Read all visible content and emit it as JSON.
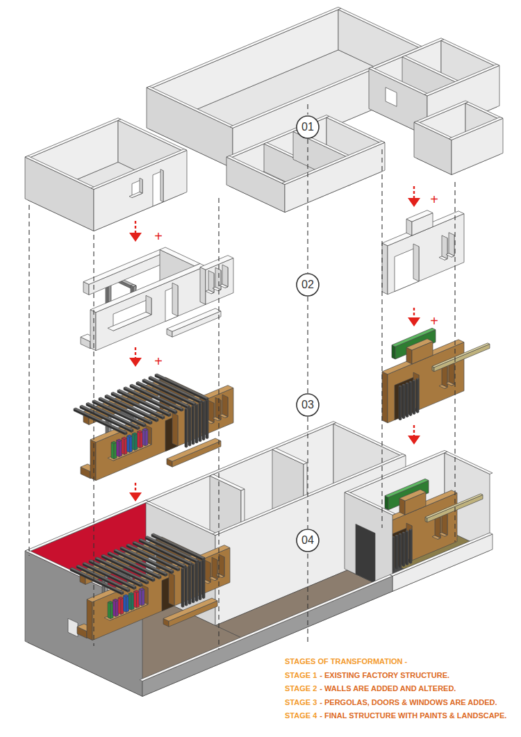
{
  "diagram": {
    "nodes": [
      {
        "text": [
          "01"
        ]
      },
      {
        "text": [
          "02"
        ]
      },
      {
        "text": [
          "03"
        ]
      },
      {
        "text": [
          "04"
        ]
      }
    ],
    "edges": [
      {
        "from": 0,
        "to": 1,
        "arrow": "none"
      },
      {
        "from": 1,
        "to": 2,
        "arrow": "none"
      },
      {
        "from": 2,
        "to": 3,
        "arrow": "none"
      }
    ],
    "labels": [
      "+",
      "+",
      "+",
      "+",
      "STAGES OF TRANSFORMATION -",
      "STAGE 1",
      "- EXISTING FACTORY STRUCTURE.",
      "STAGE 2",
      "- WALLS ARE ADDED AND ALTERED.",
      "STAGE 3",
      "- PERGOLAS, DOORS & WINDOWS ARE ADDED.",
      "STAGE 4",
      "- FINAL STRUCTURE WITH PAINTS & LANDSCAPE."
    ]
  }
}
